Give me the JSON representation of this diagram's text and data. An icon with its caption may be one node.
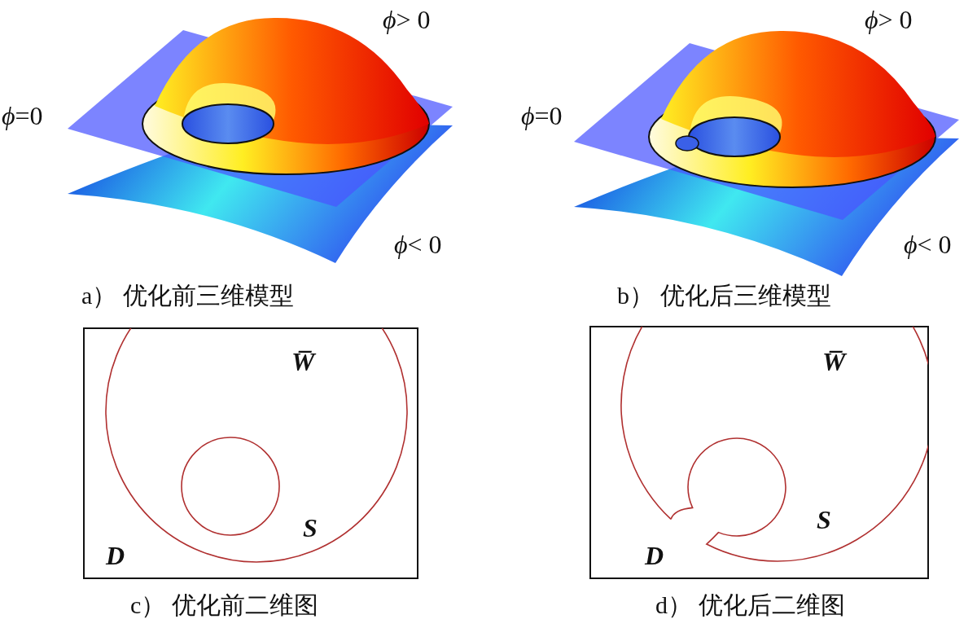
{
  "diagram": {
    "labels": [
      "*ϕ*> 0",
      "*ϕ*=0",
      "*ϕ*< 0",
      "a） 优化前三维模型",
      "*ϕ*> 0",
      "*ϕ*=0",
      "*ϕ*< 0",
      "b） 优化后三维模型",
      "W̅",
      "S",
      "D",
      "c） 优化前二维图",
      "W̅",
      "S",
      "D",
      "d） 优化后二维图"
    ]
  }
}
